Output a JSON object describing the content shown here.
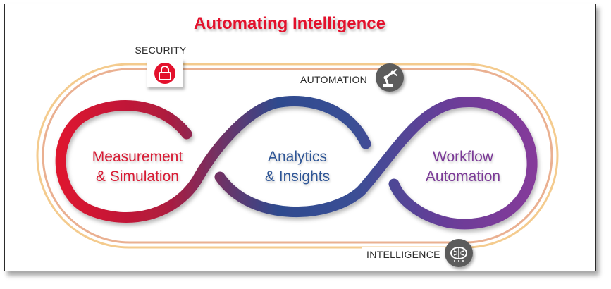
{
  "title": "Automating Intelligence",
  "tags": {
    "security": "SECURITY",
    "automation": "AUTOMATION",
    "intelligence": "INTELLIGENCE"
  },
  "loops": {
    "left": {
      "line1": "Measurement",
      "line2": "& Simulation"
    },
    "middle": {
      "line1": "Analytics",
      "line2": "& Insights"
    },
    "right": {
      "line1": "Workflow",
      "line2": "Automation"
    }
  },
  "icons": {
    "security": "lock-icon",
    "automation": "robot-arm-icon",
    "intelligence": "brain-chip-icon"
  },
  "colors": {
    "title": "#e3112c",
    "red": "#e0142e",
    "blue": "#2e5596",
    "purple": "#8a3a9a",
    "track_orange": "#f2c27a",
    "track_tan": "#e6a27e",
    "badge": "#5c5c5c"
  }
}
